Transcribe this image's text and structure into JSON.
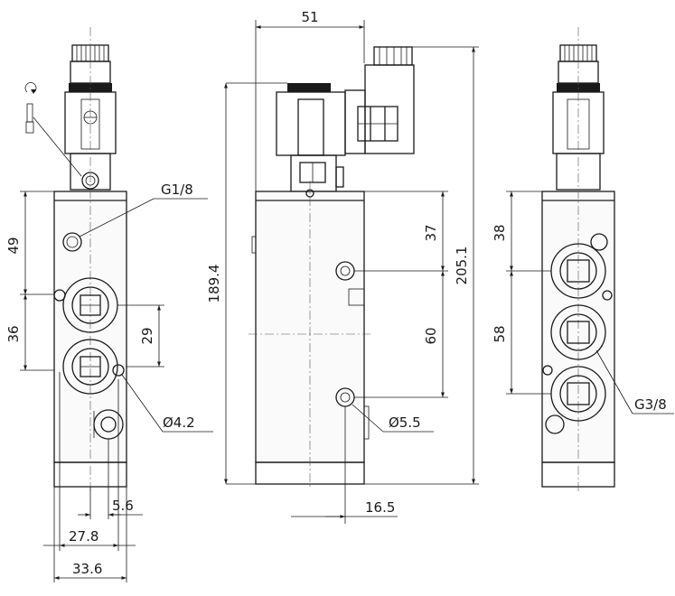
{
  "dimensions": {
    "width_top": "51",
    "height_total": "205.1",
    "height_body": "189.4",
    "side_49": "49",
    "side_36": "36",
    "side_29": "29",
    "side_5_6": "5.6",
    "side_27_8": "27.8",
    "side_33_6": "33.6",
    "front_37": "37",
    "front_60": "60",
    "front_16_5": "16.5",
    "right_38": "38",
    "right_58": "58"
  },
  "callouts": {
    "g1_8": "G1/8",
    "g3_8": "G3/8",
    "dia_4_2": "Ø4.2",
    "dia_5_5": "Ø5.5"
  },
  "colors": {
    "line": "#1a1a1a",
    "fill": "#fafafa"
  }
}
